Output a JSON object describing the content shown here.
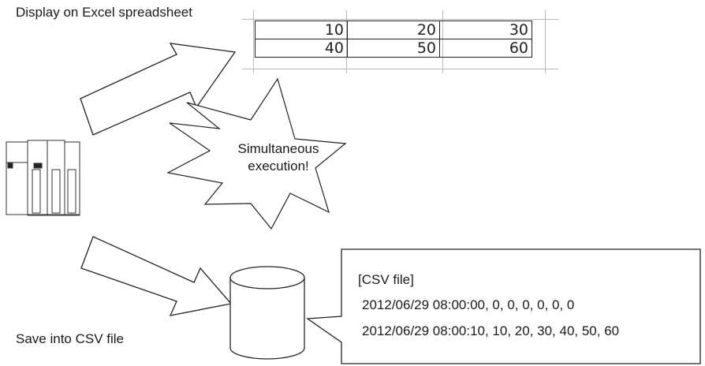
{
  "labels": {
    "excel": "Display on Excel spreadsheet",
    "csv": "Save into CSV file"
  },
  "spreadsheet": {
    "rows": [
      [
        "10",
        "20",
        "30"
      ],
      [
        "40",
        "50",
        "60"
      ]
    ]
  },
  "burst": {
    "line1": "Simultaneous",
    "line2": "execution!"
  },
  "csv_file": {
    "title": "[CSV file]",
    "lines": [
      "2012/06/29 08:00:00, 0, 0, 0, 0, 0, 0",
      "2012/06/29 08:00:10, 10, 20, 30, 40, 50, 60"
    ]
  },
  "icons": [
    "plc-unit-icon",
    "database-cylinder-icon",
    "arrow-icon",
    "starburst-icon"
  ]
}
